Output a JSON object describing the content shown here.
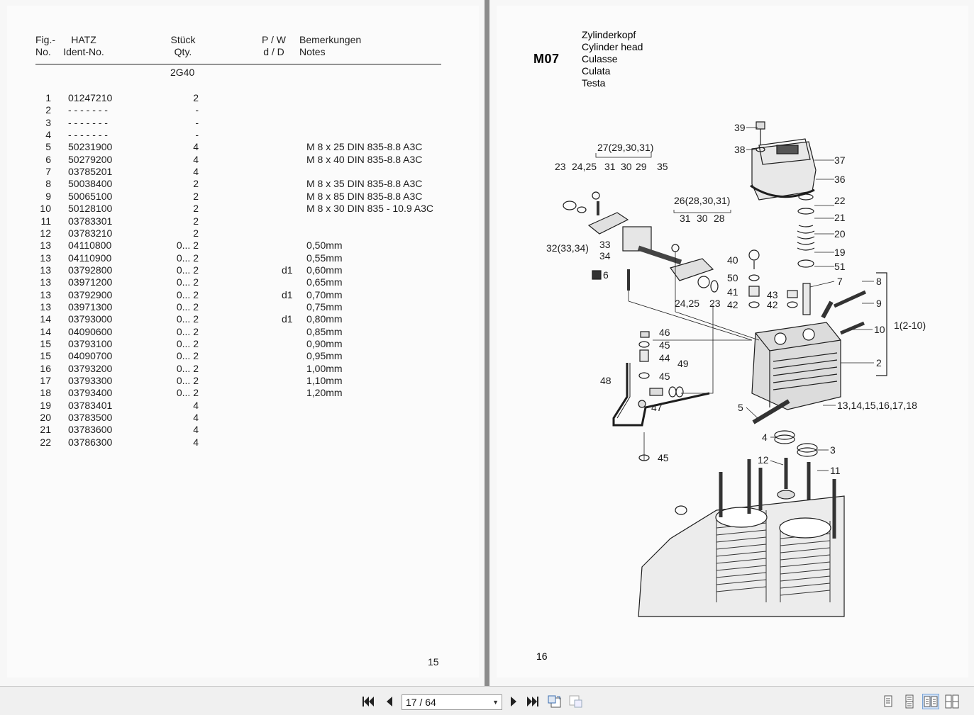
{
  "left_page": {
    "header": {
      "fig_line1": "Fig.-",
      "fig_line2": "No.",
      "hatz_line1": "HATZ",
      "hatz_line2": "Ident-No.",
      "qty_line1": "Stück",
      "qty_line2": "Qty.",
      "pw_line1": "P / W",
      "pw_line2": "d / D",
      "notes_line1": "Bemerkungen",
      "notes_line2": "Notes"
    },
    "model": "2G40",
    "rows": [
      {
        "no": "1",
        "id": "01247210",
        "qty": "2",
        "pw": "",
        "notes": ""
      },
      {
        "no": "2",
        "id": "- - - - - - -",
        "qty": "-",
        "pw": "",
        "notes": ""
      },
      {
        "no": "3",
        "id": "- - - - - - -",
        "qty": "-",
        "pw": "",
        "notes": ""
      },
      {
        "no": "4",
        "id": "- - - - - - -",
        "qty": "-",
        "pw": "",
        "notes": ""
      },
      {
        "no": "5",
        "id": "50231900",
        "qty": "4",
        "pw": "",
        "notes": "M 8 x 25 DIN 835-8.8 A3C"
      },
      {
        "no": "6",
        "id": "50279200",
        "qty": "4",
        "pw": "",
        "notes": "M 8 x 40 DIN 835-8.8 A3C"
      },
      {
        "no": "7",
        "id": "03785201",
        "qty": "4",
        "pw": "",
        "notes": ""
      },
      {
        "no": "8",
        "id": "50038400",
        "qty": "2",
        "pw": "",
        "notes": "M 8 x 35 DIN 835-8.8 A3C"
      },
      {
        "no": "9",
        "id": "50065100",
        "qty": "2",
        "pw": "",
        "notes": "M 8 x 85 DIN 835-8.8 A3C"
      },
      {
        "no": "10",
        "id": "50128100",
        "qty": "2",
        "pw": "",
        "notes": "M 8 x 30 DIN 835 - 10.9 A3C"
      },
      {
        "no": "11",
        "id": "03783301",
        "qty": "2",
        "pw": "",
        "notes": ""
      },
      {
        "no": "12",
        "id": "03783210",
        "qty": "2",
        "pw": "",
        "notes": ""
      },
      {
        "no": "13",
        "id": "04110800",
        "qty": "0... 2",
        "pw": "",
        "notes": "0,50mm"
      },
      {
        "no": "13",
        "id": "04110900",
        "qty": "0... 2",
        "pw": "",
        "notes": "0,55mm"
      },
      {
        "no": "13",
        "id": "03792800",
        "qty": "0... 2",
        "pw": "d1",
        "notes": "0,60mm"
      },
      {
        "no": "13",
        "id": "03971200",
        "qty": "0... 2",
        "pw": "",
        "notes": "0,65mm"
      },
      {
        "no": "13",
        "id": "03792900",
        "qty": "0... 2",
        "pw": "d1",
        "notes": "0,70mm"
      },
      {
        "no": "13",
        "id": "03971300",
        "qty": "0... 2",
        "pw": "",
        "notes": "0,75mm"
      },
      {
        "no": "14",
        "id": "03793000",
        "qty": "0... 2",
        "pw": "d1",
        "notes": "0,80mm"
      },
      {
        "no": "14",
        "id": "04090600",
        "qty": "0... 2",
        "pw": "",
        "notes": "0,85mm"
      },
      {
        "no": "15",
        "id": "03793100",
        "qty": "0... 2",
        "pw": "",
        "notes": "0,90mm"
      },
      {
        "no": "15",
        "id": "04090700",
        "qty": "0... 2",
        "pw": "",
        "notes": "0,95mm"
      },
      {
        "no": "16",
        "id": "03793200",
        "qty": "0... 2",
        "pw": "",
        "notes": "1,00mm"
      },
      {
        "no": "17",
        "id": "03793300",
        "qty": "0... 2",
        "pw": "",
        "notes": "1,10mm"
      },
      {
        "no": "18",
        "id": "03793400",
        "qty": "0... 2",
        "pw": "",
        "notes": "1,20mm"
      },
      {
        "no": "19",
        "id": "03783401",
        "qty": "4",
        "pw": "",
        "notes": ""
      },
      {
        "no": "20",
        "id": "03783500",
        "qty": "4",
        "pw": "",
        "notes": ""
      },
      {
        "no": "21",
        "id": "03783600",
        "qty": "4",
        "pw": "",
        "notes": ""
      },
      {
        "no": "22",
        "id": "03786300",
        "qty": "4",
        "pw": "",
        "notes": ""
      }
    ],
    "page_number": "15"
  },
  "right_page": {
    "code": "M07",
    "titles": [
      "Zylinderkopf",
      "Cylinder head",
      "Culasse",
      "Culata",
      "Testa"
    ],
    "callouts": [
      "39",
      "38",
      "37",
      "36",
      "22",
      "21",
      "20",
      "19",
      "51",
      "7",
      "8",
      "9",
      "10",
      "1(2-10)",
      "2",
      "13,14,15,16,17,18",
      "5",
      "4",
      "3",
      "12",
      "11",
      "27(29,30,31)",
      "23",
      "24,25",
      "31",
      "30",
      "29",
      "35",
      "26(28,30,31)",
      "31",
      "30",
      "28",
      "33",
      "32(33,34)",
      "34",
      "6",
      "40",
      "50",
      "41",
      "42",
      "43",
      "42",
      "24,25",
      "23",
      "46",
      "45",
      "44",
      "45",
      "49",
      "48",
      "47",
      "45"
    ],
    "page_number": "16"
  },
  "toolbar": {
    "page_indicator": "17 / 64",
    "first_icon": "first-page-icon",
    "prev_icon": "previous-page-icon",
    "next_icon": "next-page-icon",
    "last_icon": "last-page-icon"
  }
}
